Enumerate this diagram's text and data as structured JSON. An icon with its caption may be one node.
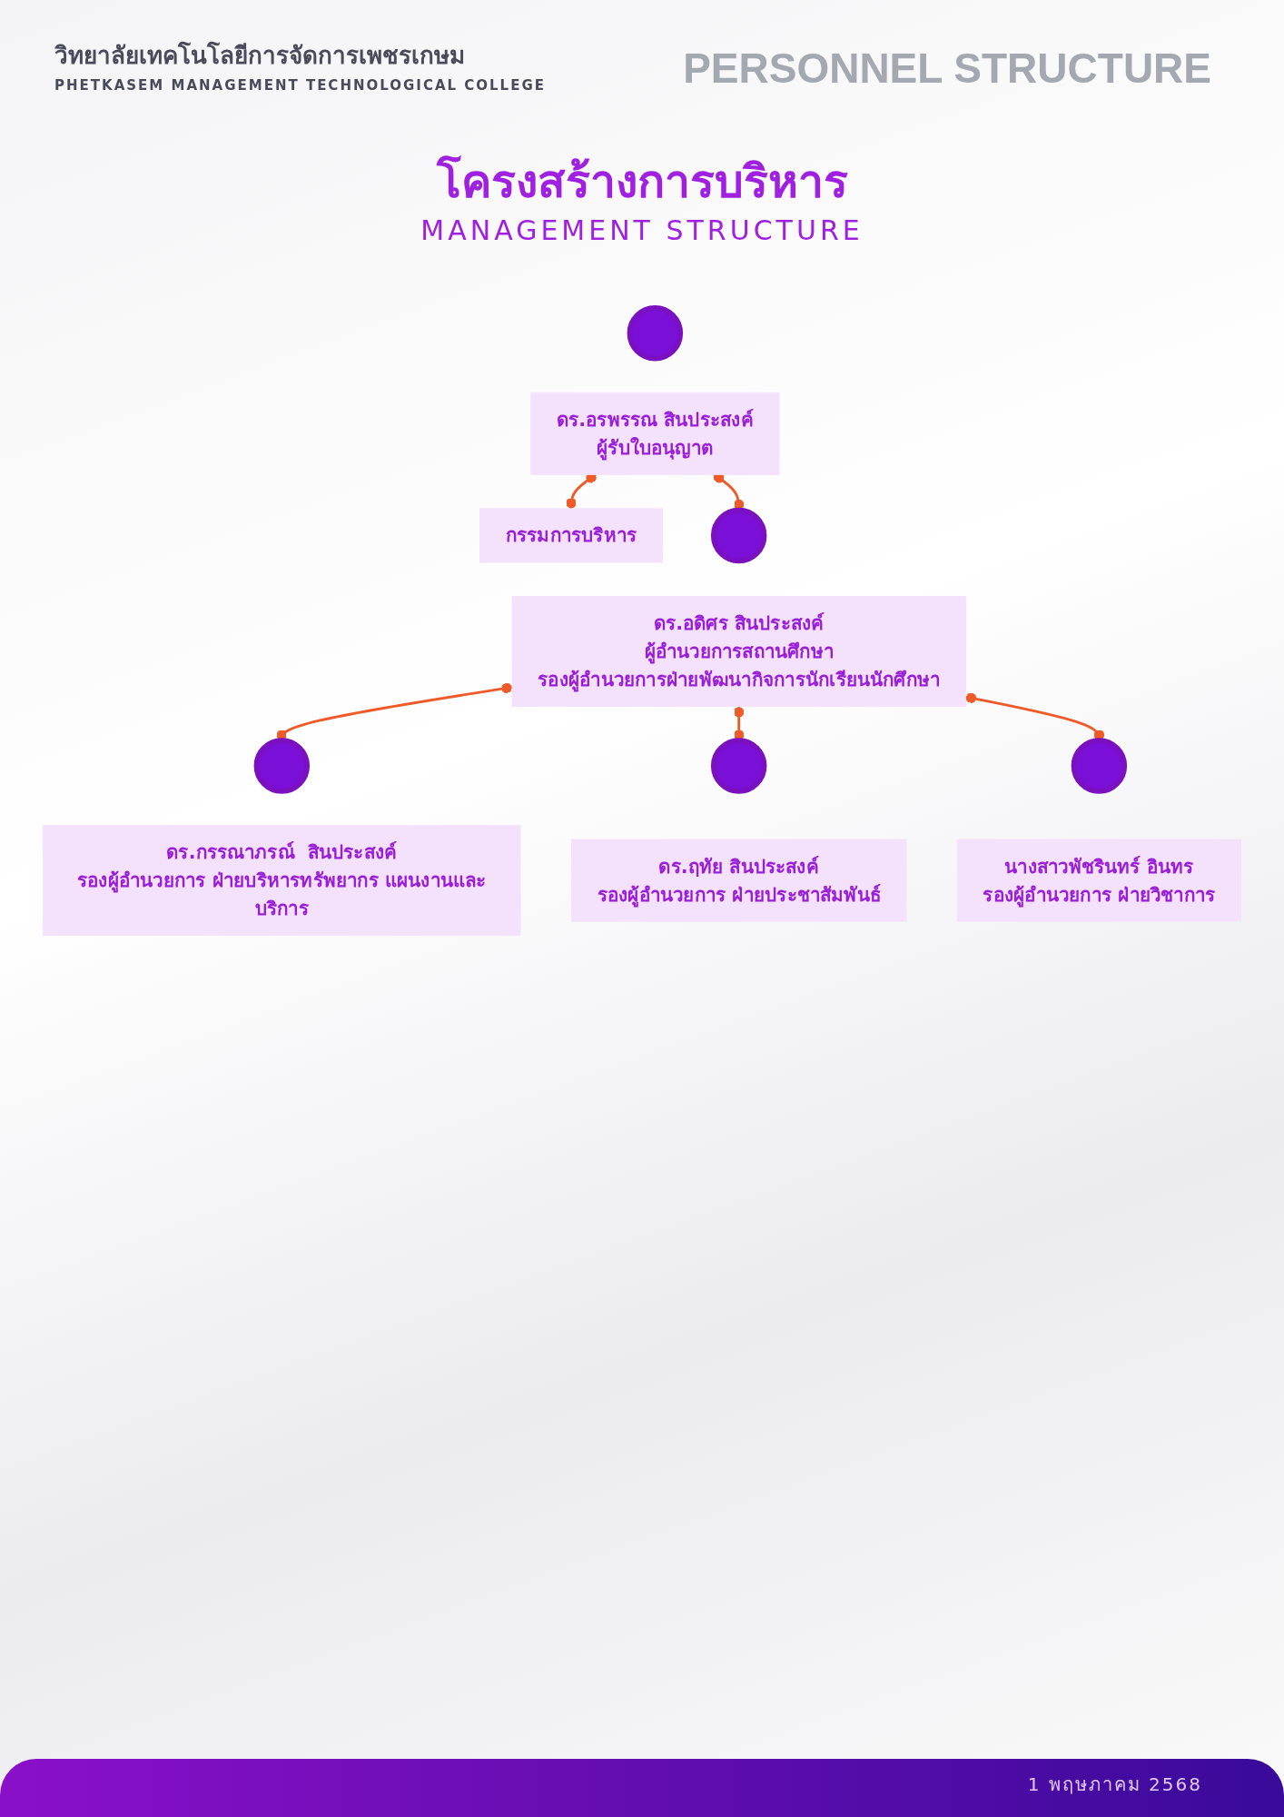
{
  "diagram": {
    "title": "โครงสร้างการบริหาร",
    "nodes": [
      {
        "text": [],
        "shape": "circle"
      },
      {
        "text": [
          "ดร.อรพรรณ  สินประสงค์",
          "ผู้รับใบอนุญาต"
        ]
      },
      {
        "text": [
          "กรรมการบริหาร"
        ]
      },
      {
        "text": [],
        "shape": "circle"
      },
      {
        "text": [
          "ดร.อดิศร  สินประสงค์",
          "ผู้อำนวยการสถานศึกษา",
          "รองผู้อำนวยการฝ่ายพัฒนากิจการนักเรียนนักศึกษา"
        ]
      },
      {
        "text": [],
        "shape": "circle"
      },
      {
        "text": [],
        "shape": "circle"
      },
      {
        "text": [],
        "shape": "circle"
      },
      {
        "text": [
          "ดร.กรรณาภรณ์  สินประสงค์",
          "รองผู้อำนวยการ ฝ่ายบริหารทรัพยากร แผนงานและบริการ"
        ]
      },
      {
        "text": [
          "ดร.ฤทัย  สินประสงค์",
          "รองผู้อำนวยการ ฝ่ายประชาสัมพันธ์"
        ]
      },
      {
        "text": [
          "นางสาวพัชรินทร์  อินทร",
          "รองผู้อำนวยการ ฝ่ายวิชาการ"
        ]
      }
    ],
    "edges": [
      {
        "from": 1,
        "to": 3,
        "arrow": "other"
      },
      {
        "from": 1,
        "to": 2,
        "arrow": "other"
      },
      {
        "from": 4,
        "to": 5,
        "arrow": "other"
      },
      {
        "from": 4,
        "to": 6,
        "arrow": "other"
      },
      {
        "from": 4,
        "to": 7,
        "arrow": "other"
      }
    ],
    "labels": [
      "วิทยาลัยเทคโนโลยีการจัดการเพชรเกษม",
      "PHETKASEM MANAGEMENT TECHNOLOGICAL COLLEGE",
      "PERSONNEL STRUCTURE",
      "MANAGEMENT STRUCTURE",
      "1 พฤษภาคม 2568"
    ]
  }
}
